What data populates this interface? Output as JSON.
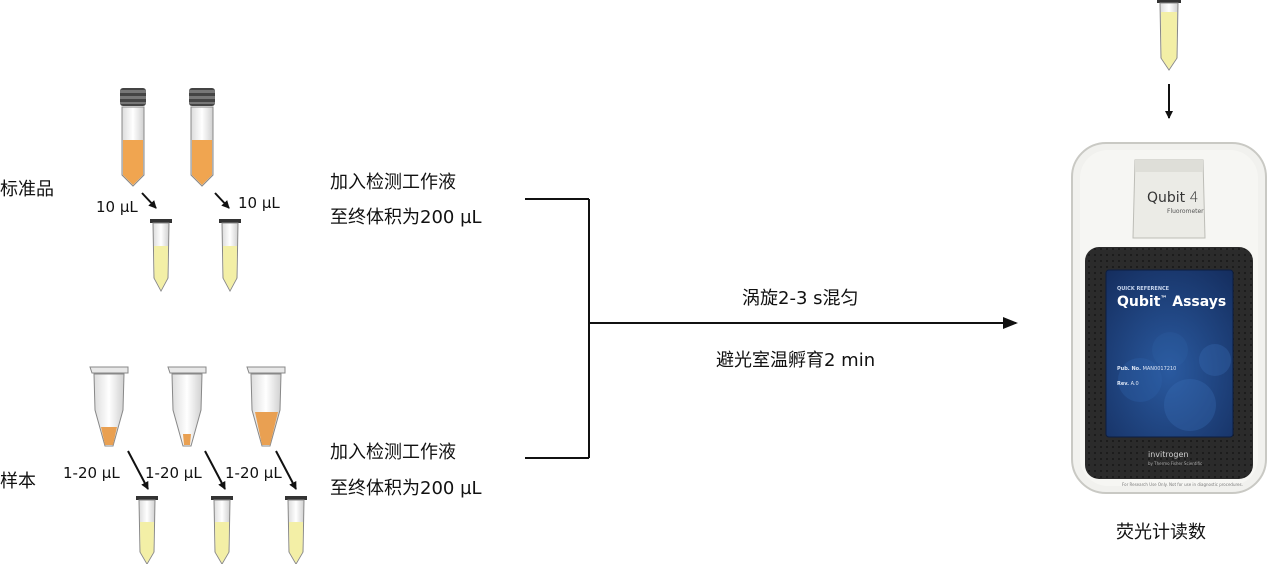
{
  "labels": {
    "standards": "标准品",
    "samples": "样本",
    "reading": "荧光计读数"
  },
  "volumes": {
    "standard_vol": "10 µL",
    "sample_vol": "1-20 µL"
  },
  "instructions": {
    "add_working_solution": "加入检测工作液",
    "final_volume": "至终体积为200 µL",
    "vortex": "涡旋2-3 s混匀",
    "incubate": "避光室温孵育2 min"
  },
  "device": {
    "brand": "Qubit",
    "model_number": "4",
    "subtitle": "Fluorometer",
    "screen_header": "QUICK REFERENCE",
    "screen_title_main": "Qubit",
    "screen_title_tm": "™",
    "screen_title_suffix": "Assays",
    "pub_no_label": "Pub. No.",
    "pub_no_value": "MAN0017210",
    "rev_label": "Rev.",
    "rev_value": "A.0",
    "maker": "invitrogen",
    "maker_sub": "by Thermo Fisher Scientific",
    "footer": "For Research Use Only. Not for use in diagnostic procedures."
  },
  "colors": {
    "standard_liquid": "#f0a550",
    "sample_liquid": "#e9a052",
    "assay_liquid": "#f3efa6",
    "screen_blue": "#1b3d78",
    "device_body": "#f1f1ee",
    "device_panel": "#2a2a2a"
  }
}
